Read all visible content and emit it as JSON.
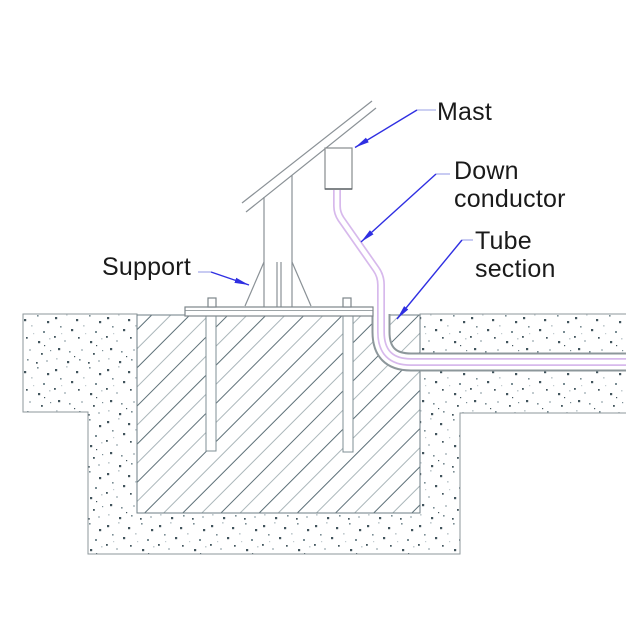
{
  "diagram": {
    "type": "technical-drawing",
    "subject": "mast-foundation-cross-section",
    "labels": {
      "mast": "Mast",
      "down_conductor": "Down conductor",
      "tube_section": "Tube section",
      "support": "Support"
    },
    "colors": {
      "leader_blue": "#2f2fe2",
      "leader_tail": "#9aa0e6",
      "conductor_lavender": "#d7b9ec",
      "structure_gray": "#8a9196",
      "soil_outline_gray": "#8d979b",
      "hatch_dark": "#5d7078",
      "hatch_light": "#aab6ba",
      "stipple_dark": "#41545c",
      "text": "#1a1a1a",
      "background": "#ffffff"
    }
  }
}
